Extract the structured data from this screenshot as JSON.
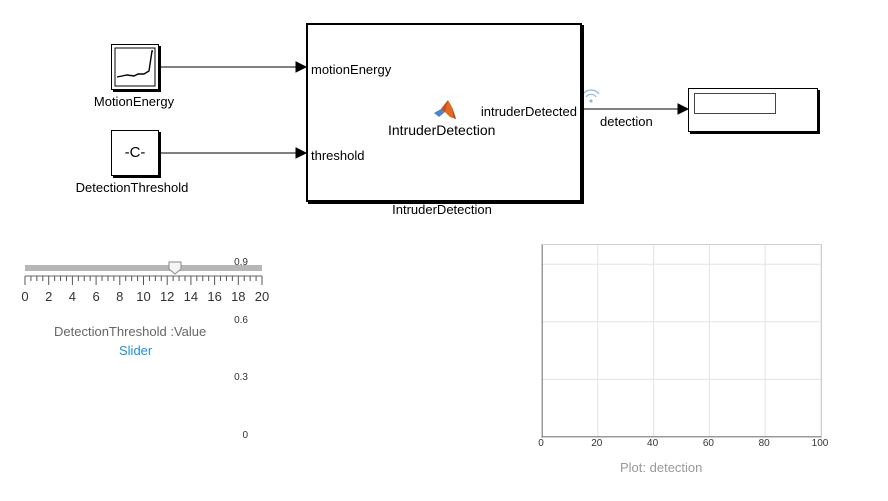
{
  "diagram": {
    "motion_energy_block": {
      "caption": "MotionEnergy",
      "icon": "scope-signal-icon"
    },
    "threshold_block": {
      "caption": "DetectionThreshold",
      "text": "-C-"
    },
    "subsystem": {
      "title": "IntruderDetection",
      "caption": "IntruderDetection",
      "inputs": [
        "motionEnergy",
        "threshold"
      ],
      "output": "intruderDetected",
      "icon": "matlab-logo-icon"
    },
    "signal_label": "detection",
    "display_block": {
      "value": ""
    }
  },
  "slider": {
    "ticks": [
      "0",
      "2",
      "4",
      "6",
      "8",
      "10",
      "12",
      "14",
      "16",
      "18",
      "20"
    ],
    "min": 0,
    "max": 20,
    "value": 12.7,
    "bound_label": "DetectionThreshold :Value",
    "type_label": "Slider"
  },
  "plot": {
    "title": "Plot: detection",
    "x_ticks": [
      "0",
      "20",
      "40",
      "60",
      "80",
      "100"
    ],
    "y_ticks": [
      "0",
      "0.3",
      "0.6",
      "0.9"
    ],
    "xlim": [
      0,
      100
    ],
    "ylim": [
      0,
      1
    ],
    "grid": true
  },
  "colors": {
    "slider_track": "#b7b7b7",
    "link": "#1e90e6",
    "grid": "#e3e3e3"
  }
}
